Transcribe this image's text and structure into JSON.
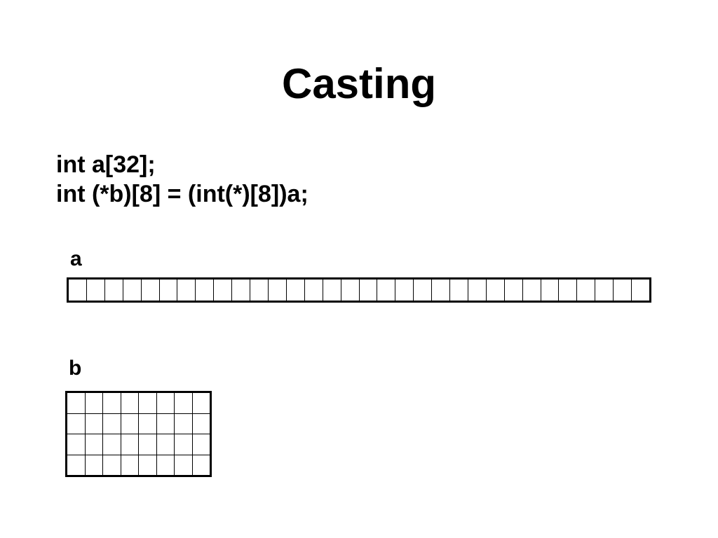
{
  "slide": {
    "title": "Casting"
  },
  "code": {
    "lines": [
      "int a[32];",
      "int (*b)[8] = (int(*)[8])a;"
    ]
  },
  "diagram": {
    "array_a": {
      "label": "a",
      "cells": 32
    },
    "array_b": {
      "label": "b",
      "rows": 4,
      "cols": 8
    }
  }
}
